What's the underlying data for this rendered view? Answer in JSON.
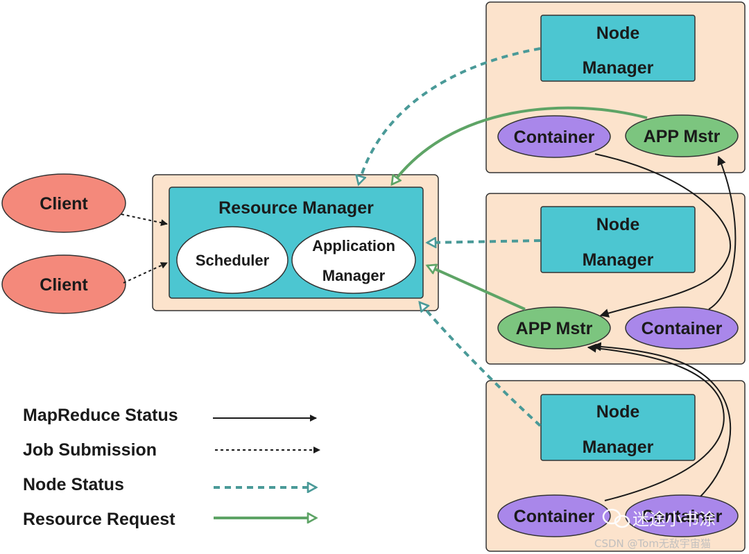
{
  "clients": [
    "Client",
    "Client"
  ],
  "resource_manager": {
    "title": "Resource Manager",
    "scheduler": "Scheduler",
    "app_manager": [
      "Application",
      "Manager"
    ]
  },
  "nodes": [
    {
      "node_manager": [
        "Node",
        "Manager"
      ],
      "left_item": "Container",
      "right_item": "APP Mstr"
    },
    {
      "node_manager": [
        "Node",
        "Manager"
      ],
      "left_item": "APP Mstr",
      "right_item": "Container"
    },
    {
      "node_manager": [
        "Node",
        "Manager"
      ],
      "left_item": "Container",
      "right_item": "Container"
    }
  ],
  "legend": {
    "mapreduce_status": "MapReduce Status",
    "job_submission": "Job Submission",
    "node_status": "Node Status",
    "resource_request": "Resource Request"
  },
  "colors": {
    "panel_fill": "#fce3cc",
    "teal": "#4cc6d1",
    "client": "#f4897b",
    "container": "#a987ea",
    "app_master": "#7cc57f",
    "node_status_line": "#4a9a98",
    "resource_request_line": "#5ea466"
  },
  "watermark": {
    "channel": "迷途小书涂",
    "credit": "CSDN @Tom无敌宇宙猫"
  }
}
